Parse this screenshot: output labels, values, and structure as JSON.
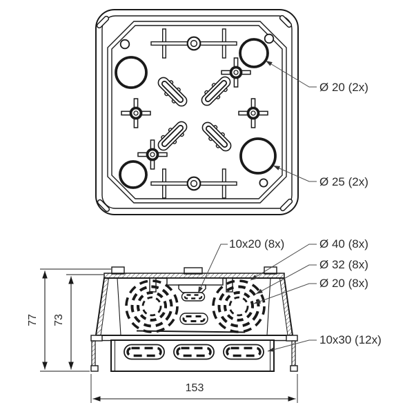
{
  "drawing_type": "junction-box technical drawing",
  "top_view": {
    "callouts": [
      {
        "id": "knockout-d20",
        "label": "Ø 20 (2x)"
      },
      {
        "id": "knockout-d25",
        "label": "Ø 25 (2x)"
      }
    ]
  },
  "front_view": {
    "callouts": [
      {
        "id": "slot-10x20",
        "label": "10x20 (8x)"
      },
      {
        "id": "knockout-d40",
        "label": "Ø 40 (8x)"
      },
      {
        "id": "knockout-d32",
        "label": "Ø 32 (8x)"
      },
      {
        "id": "knockout-d20",
        "label": "Ø 20 (8x)"
      },
      {
        "id": "slot-10x30",
        "label": "10x30 (12x)"
      }
    ],
    "dimensions": {
      "height_total": "77",
      "height_body": "73",
      "width": "153"
    }
  },
  "colors": {
    "line": "#1a1a1a",
    "leader": "#4a4a4a",
    "text": "#2b2b2b",
    "background": "#ffffff"
  }
}
